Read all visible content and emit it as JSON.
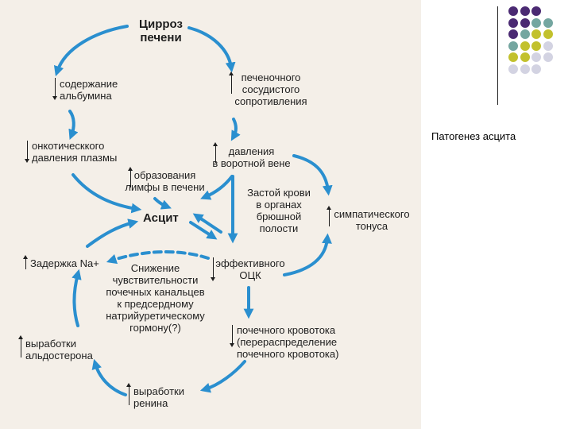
{
  "slide_title": "Патогенез асцита",
  "colors": {
    "arrow": "#2a8fcf",
    "scan_background": "#f4efe8",
    "dot_purple": "#4b2a73",
    "dot_teal": "#74a6a0",
    "dot_olive": "#c2c12d",
    "dot_lilac": "#d3d3e2"
  },
  "dot_grid": [
    [
      "dot_purple",
      "dot_purple",
      "dot_purple"
    ],
    [
      "dot_purple",
      "dot_purple",
      "dot_teal",
      "dot_teal"
    ],
    [
      "dot_purple",
      "dot_teal",
      "dot_olive",
      "dot_olive"
    ],
    [
      "dot_teal",
      "dot_olive",
      "dot_olive",
      "dot_lilac"
    ],
    [
      "dot_olive",
      "dot_olive",
      "dot_lilac",
      "dot_lilac"
    ],
    [
      "dot_lilac",
      "dot_lilac",
      "dot_lilac"
    ]
  ],
  "nodes": {
    "cirrhosis": {
      "text": "Цирроз\nпечени",
      "marker": "none"
    },
    "albumin": {
      "text": "содержание\nальбумина",
      "marker": "down"
    },
    "portal_resistance": {
      "text": "печеночного\nсосудистого\nсопротивления",
      "marker": "up"
    },
    "oncotic": {
      "text": "онкотическкого\nдавления плазмы",
      "marker": "down"
    },
    "portal_pressure": {
      "text": "давления\nв воротной вене",
      "marker": "up"
    },
    "lymph": {
      "text": "образования\nлимфы в печени",
      "marker": "up"
    },
    "congestion": {
      "text": "Застой крови\nв органах\nбрюшной\nполости",
      "marker": "none"
    },
    "ascites": {
      "text": "Асцит",
      "marker": "none"
    },
    "sympathetic": {
      "text": "симпатического\nтонуса",
      "marker": "up"
    },
    "sodium": {
      "text": "Задержка Na+",
      "marker": "up"
    },
    "effective_volume": {
      "text": "эффективного\nОЦК",
      "marker": "down"
    },
    "sensitivity": {
      "text": "Снижение\nчувствительности\nпочечных канальцев\nк предсердному\nнатрийуретическому\nгормону(?)",
      "marker": "none"
    },
    "aldosterone": {
      "text": "выработки\nальдостерона",
      "marker": "up"
    },
    "renal_flow": {
      "text": "почечного кровотока\n(перераспределение\nпочечного кровотока)",
      "marker": "down"
    },
    "renin": {
      "text": "выработки\nренина",
      "marker": "up"
    }
  }
}
